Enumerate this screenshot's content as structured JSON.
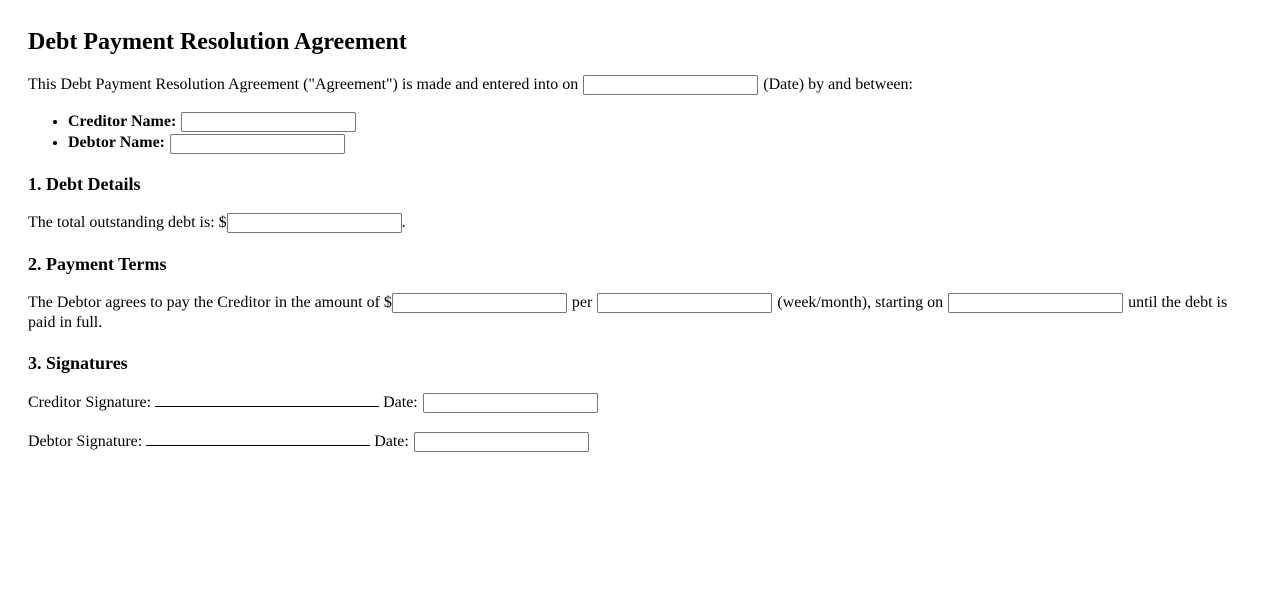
{
  "title": "Debt Payment Resolution Agreement",
  "intro": {
    "before": "This Debt Payment Resolution Agreement (\"Agreement\") is made and entered into on",
    "after": "(Date) by and between:",
    "date_value": ""
  },
  "parties": {
    "creditor_label": "Creditor Name:",
    "creditor_value": "",
    "debtor_label": "Debtor Name:",
    "debtor_value": ""
  },
  "section1": {
    "heading": "1. Debt Details",
    "text_before": "The total outstanding debt is: $",
    "text_after": ".",
    "amount_value": ""
  },
  "section2": {
    "heading": "2. Payment Terms",
    "text1": "The Debtor agrees to pay the Creditor in the amount of $",
    "text2": "per",
    "text3": "(week/month), starting on",
    "text4": "until the debt is paid in full.",
    "amount_value": "",
    "frequency_value": "",
    "start_value": ""
  },
  "section3": {
    "heading": "3. Signatures",
    "creditor_sig_label": "Creditor Signature:",
    "creditor_date_label": "Date:",
    "creditor_date_value": "",
    "debtor_sig_label": "Debtor Signature:",
    "debtor_date_label": "Date:",
    "debtor_date_value": ""
  }
}
